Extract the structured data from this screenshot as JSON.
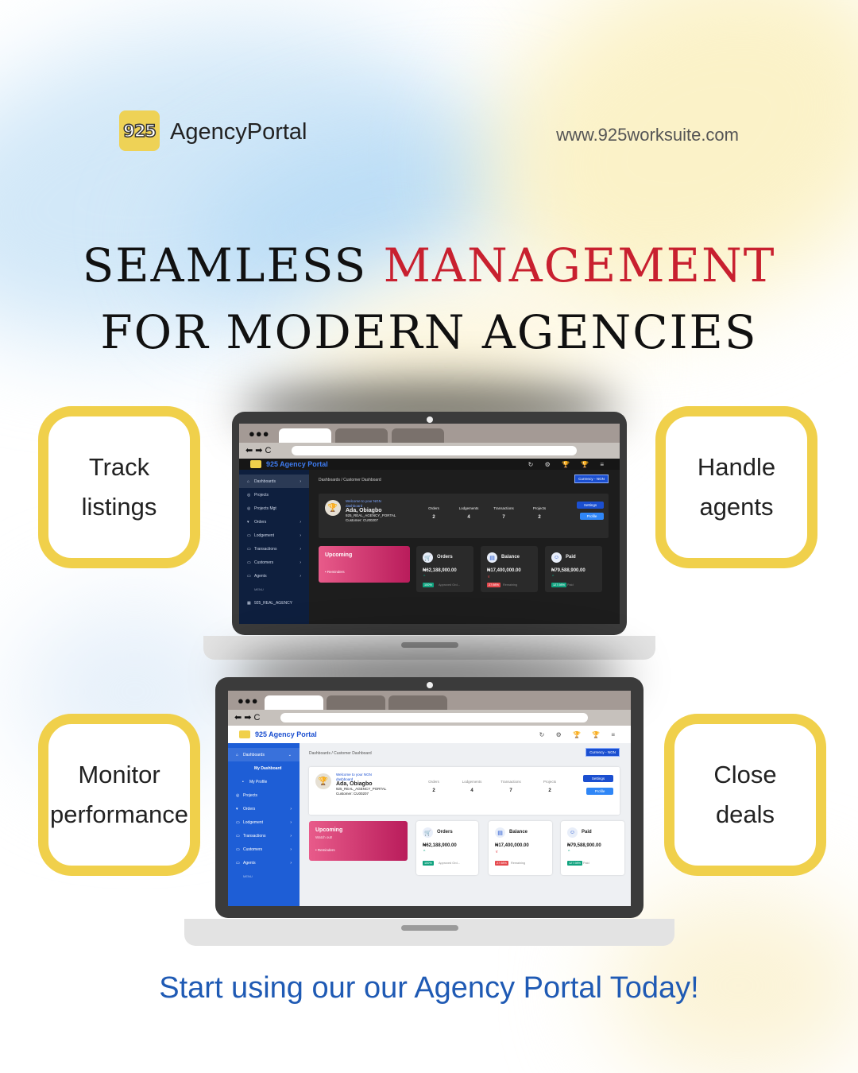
{
  "brand": {
    "logo_text": "925",
    "name": "AgencyPortal",
    "url": "www.925worksuite.com"
  },
  "headline": {
    "line1_pre": "SEAMLESS ",
    "line1_emph": "MANAGEMENT",
    "line2": "FOR MODERN AGENCIES"
  },
  "features": {
    "track": "Track\nlistings",
    "handle": "Handle\nagents",
    "monitor": "Monitor\nperformance",
    "close": "Close\ndeals"
  },
  "cta": "Start using our our Agency Portal Today!",
  "colors": {
    "accent_red": "#c8202f",
    "badge_yellow": "#f0d04b",
    "cta_blue": "#1f5ab4",
    "portal_blue": "#1b4fd0"
  },
  "browser": {
    "dots": "●●●",
    "nav_arrows": "⬅ ➡ C"
  },
  "portal": {
    "title": "925 Agency Portal",
    "top_icons": "↻ ⚙ 🏆 🏆 ≡",
    "breadcrumb": "Dashboards / Customer Dashboard",
    "currency": "Currency - NGN",
    "welcome_line": "Welcome to your NGN dashboard",
    "user_name": "Ada, Obiagbo",
    "agency": "925_REAL_AGENCY_PORTAL",
    "customer_id": "Customer: CU00207",
    "stats": [
      {
        "label": "Orders",
        "value": "2"
      },
      {
        "label": "Lodgements",
        "value": "4"
      },
      {
        "label": "Transactions",
        "value": "7"
      },
      {
        "label": "Projects",
        "value": "2"
      }
    ],
    "settings_btn": "Settings",
    "profile_btn": "Profile",
    "upcoming": {
      "title": "Upcoming",
      "subtitle": "Watch out!",
      "reminders": "• Reminders"
    },
    "cards": [
      {
        "label": "Orders",
        "icon": "cart-icon",
        "amount": "₦62,188,900.00",
        "arrow": "^",
        "badge": "100%",
        "badge_color": "#10a37f",
        "badge_text": "Approved Ord..."
      },
      {
        "label": "Balance",
        "icon": "wallet-icon",
        "amount": "₦17,400,000.00",
        "arrow": "v",
        "badge": "27.98%",
        "badge_color": "#e5484d",
        "badge_text": "Remaining"
      },
      {
        "label": "Paid",
        "icon": "user-icon",
        "amount": "₦79,588,900.00",
        "arrow": "^",
        "badge": "127.98%",
        "badge_color": "#10a37f",
        "badge_text": "Paid"
      }
    ],
    "dark_sidebar": [
      {
        "icon": "⌂",
        "label": "Dashboards",
        "chev": "›"
      },
      {
        "icon": "◎",
        "label": "Projects",
        "chev": ""
      },
      {
        "icon": "◎",
        "label": "Projects Mgt",
        "chev": ""
      },
      {
        "icon": "▾",
        "label": "Orders",
        "chev": "›"
      },
      {
        "icon": "▭",
        "label": "Lodgement",
        "chev": "›"
      },
      {
        "icon": "▭",
        "label": "Transactions",
        "chev": "›"
      },
      {
        "icon": "▭",
        "label": "Customers",
        "chev": "›"
      },
      {
        "icon": "▭",
        "label": "Agents",
        "chev": "›"
      },
      {
        "icon": "",
        "label": "MENU",
        "chev": ""
      },
      {
        "icon": "▦",
        "label": "925_REAL_AGENCY",
        "chev": ""
      }
    ],
    "light_sidebar": [
      {
        "icon": "⌂",
        "label": "Dashboards",
        "chev": "⌄"
      },
      {
        "icon": "",
        "label": "My Dashboard",
        "chev": ""
      },
      {
        "icon": "•",
        "label": "My Profile",
        "chev": ""
      },
      {
        "icon": "◎",
        "label": "Projects",
        "chev": ""
      },
      {
        "icon": "▾",
        "label": "Orders",
        "chev": "›"
      },
      {
        "icon": "▭",
        "label": "Lodgement",
        "chev": "›"
      },
      {
        "icon": "▭",
        "label": "Transactions",
        "chev": "›"
      },
      {
        "icon": "▭",
        "label": "Customers",
        "chev": "›"
      },
      {
        "icon": "▭",
        "label": "Agents",
        "chev": "›"
      },
      {
        "icon": "",
        "label": "MENU",
        "chev": ""
      }
    ]
  }
}
